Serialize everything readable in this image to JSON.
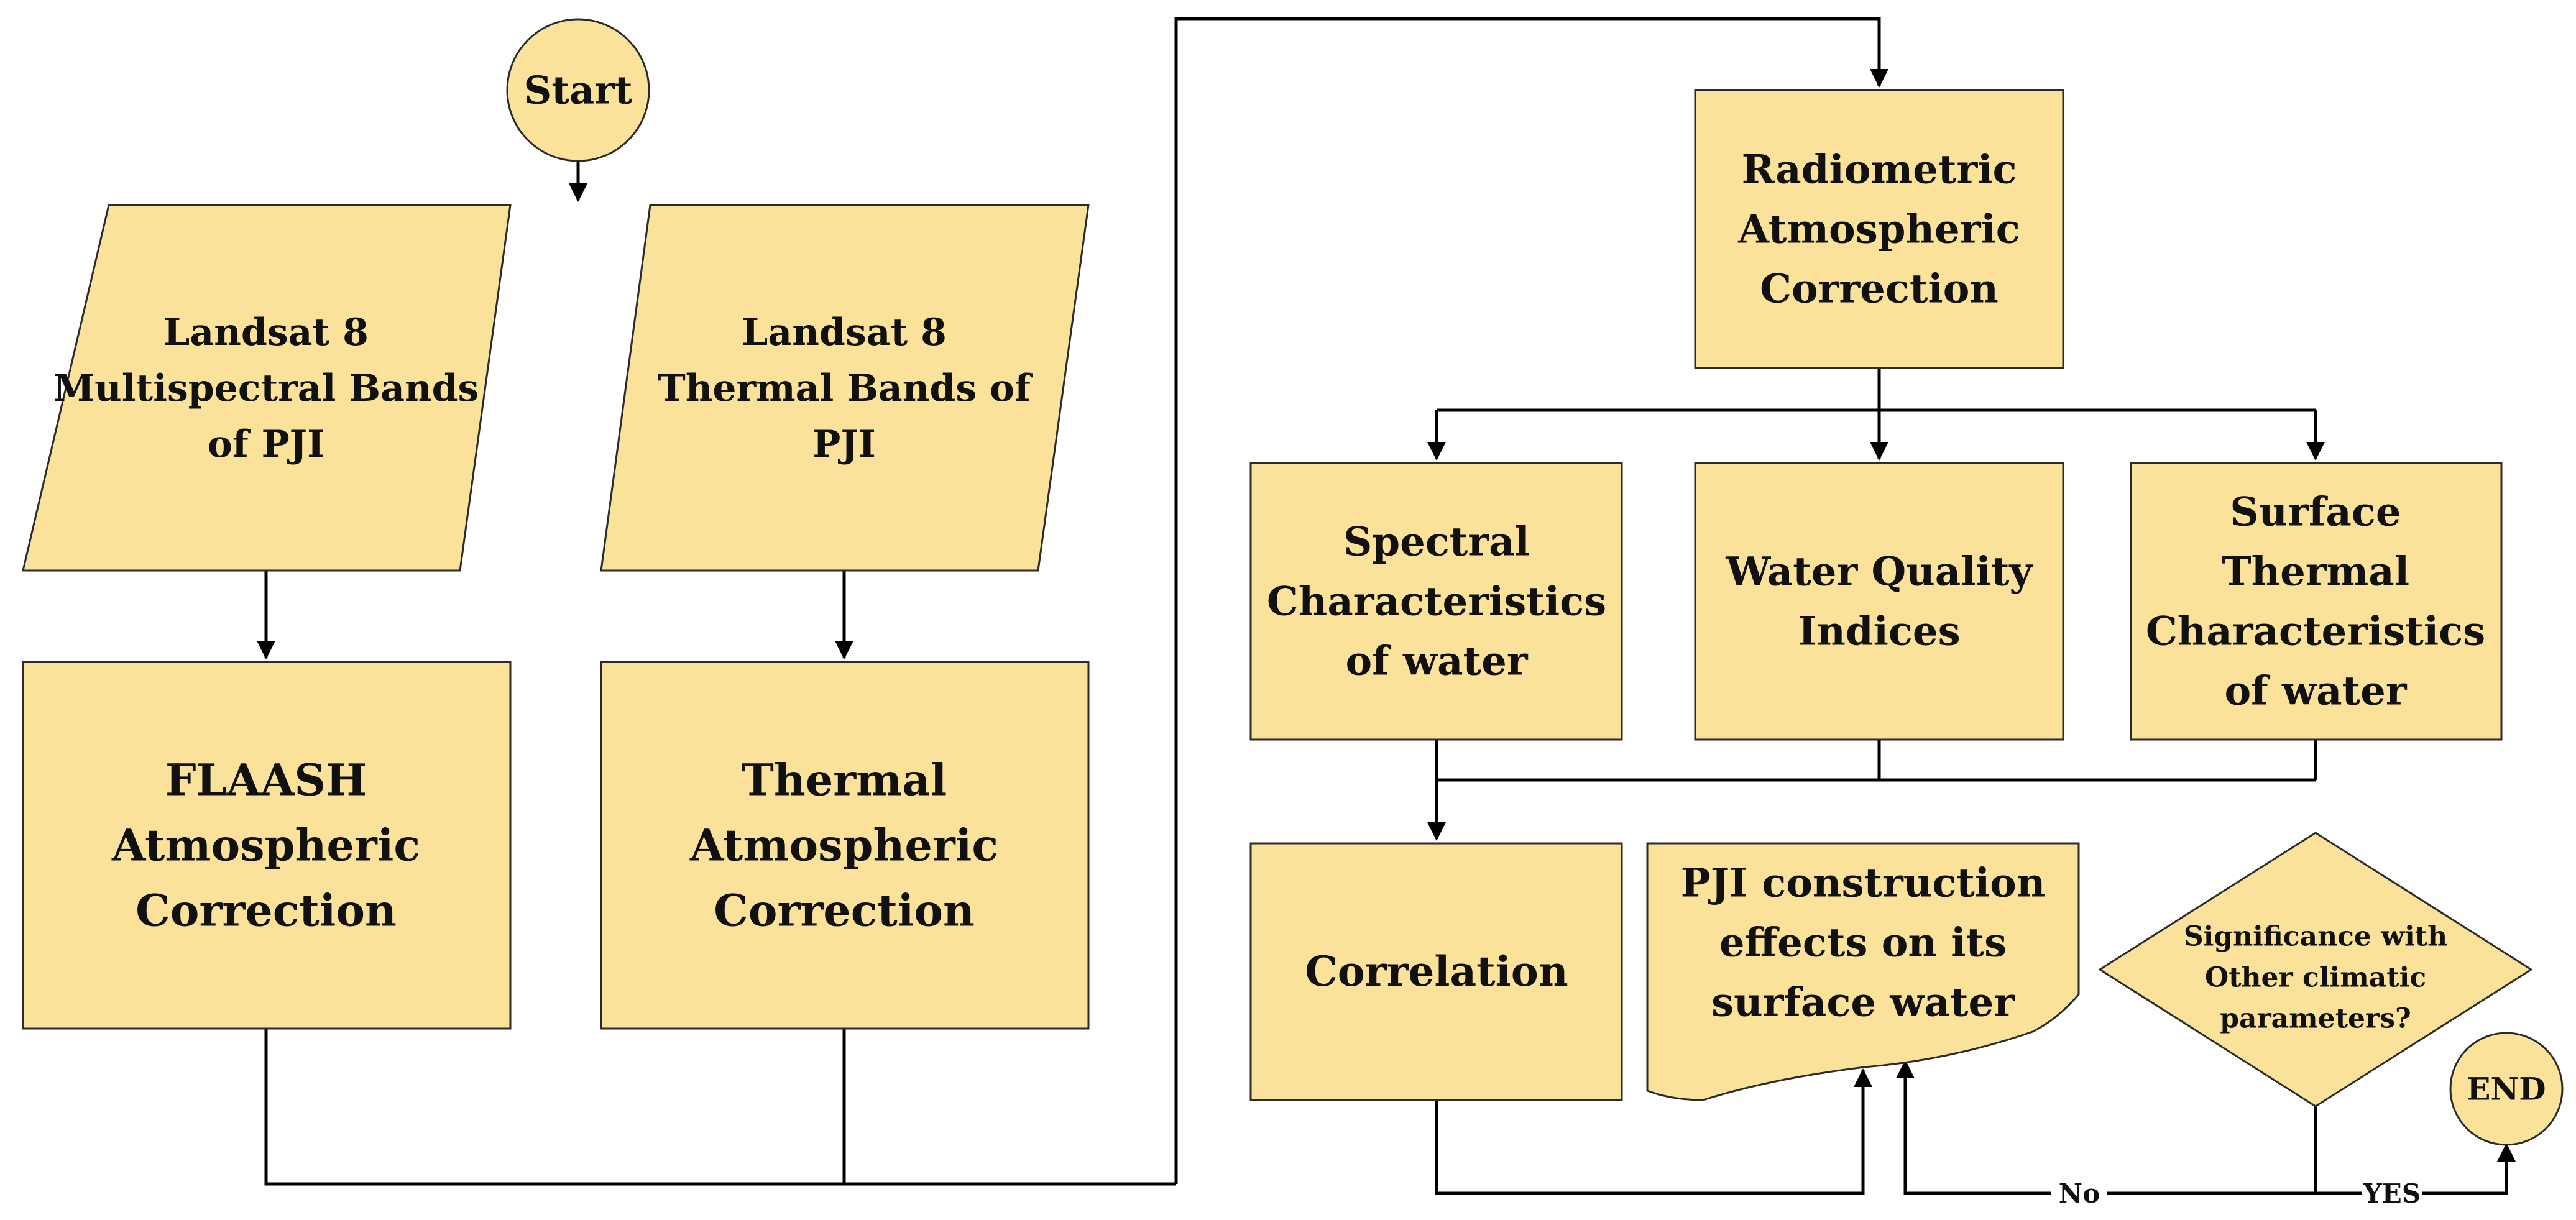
{
  "diagram": {
    "nodes": {
      "start": {
        "lines": [
          "Start"
        ],
        "shape": "terminator"
      },
      "landsat_multispectral": {
        "lines": [
          "Landsat 8",
          "Multispectral Bands",
          "of PJI"
        ],
        "shape": "data"
      },
      "landsat_thermal": {
        "lines": [
          "Landsat 8",
          "Thermal Bands of",
          "PJI"
        ],
        "shape": "data"
      },
      "flaash": {
        "lines": [
          "FLAASH",
          "Atmospheric",
          "Correction"
        ],
        "shape": "process"
      },
      "thermal_correction": {
        "lines": [
          "Thermal",
          "Atmospheric",
          "Correction"
        ],
        "shape": "process"
      },
      "radiometric": {
        "lines": [
          "Radiometric",
          "Atmospheric",
          "Correction"
        ],
        "shape": "process"
      },
      "spectral": {
        "lines": [
          "Spectral",
          "Characteristics",
          "of water"
        ],
        "shape": "process"
      },
      "water_quality": {
        "lines": [
          "Water Quality",
          "Indices"
        ],
        "shape": "process"
      },
      "surface_thermal": {
        "lines": [
          "Surface",
          "Thermal",
          "Characteristics",
          "of water"
        ],
        "shape": "process"
      },
      "correlation": {
        "lines": [
          "Correlation"
        ],
        "shape": "process"
      },
      "pji_effects": {
        "lines": [
          "PJI construction",
          "effects on its",
          "surface water"
        ],
        "shape": "document"
      },
      "significance": {
        "lines": [
          "Significance with",
          "Other climatic",
          "parameters?"
        ],
        "shape": "decision"
      },
      "end": {
        "lines": [
          "END"
        ],
        "shape": "terminator"
      }
    },
    "edge_labels": {
      "no": "No",
      "yes": "YES"
    },
    "colors": {
      "fill": "#fae29a",
      "stroke": "#2b2b2b",
      "connector": "#000000"
    }
  }
}
